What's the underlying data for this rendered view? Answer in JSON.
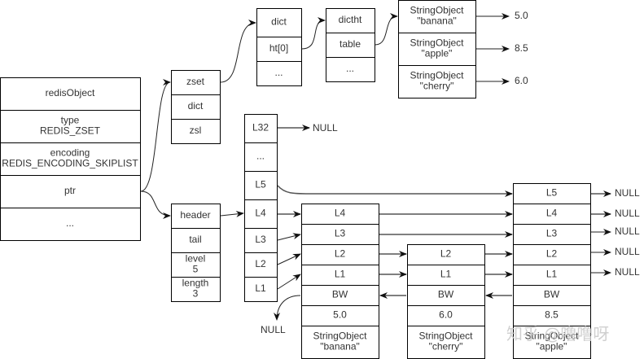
{
  "redis_object": {
    "rows": [
      "redisObject",
      "type\nREDIS_ZSET",
      "encoding\nREDIS_ENCODING_SKIPLIST",
      "ptr",
      "..."
    ]
  },
  "zset": {
    "rows": [
      "zset",
      "dict",
      "zsl"
    ]
  },
  "dict": {
    "rows": [
      "dict",
      "ht[0]",
      "..."
    ]
  },
  "dictht": {
    "rows": [
      "dictht",
      "table",
      "..."
    ]
  },
  "dict_entries": [
    {
      "key": "StringObject\n\"banana\"",
      "score": "5.0"
    },
    {
      "key": "StringObject\n\"apple\"",
      "score": "8.5"
    },
    {
      "key": "StringObject\n\"cherry\"",
      "score": "6.0"
    }
  ],
  "zskiplist": {
    "rows": [
      "header",
      "tail",
      "level\n5",
      "length\n3"
    ]
  },
  "header_levels": [
    "L32",
    "...",
    "L5",
    "L4",
    "L3",
    "L2",
    "L1"
  ],
  "null_label": "NULL",
  "nodes": [
    {
      "levels": [
        "L4",
        "L3",
        "L2",
        "L1"
      ],
      "backward": "BW",
      "score": "5.0",
      "obj": "StringObject\n\"banana\""
    },
    {
      "levels": [
        "L2",
        "L1"
      ],
      "backward": "BW",
      "score": "6.0",
      "obj": "StringObject\n\"cherry\""
    },
    {
      "levels": [
        "L5",
        "L4",
        "L3",
        "L2",
        "L1"
      ],
      "backward": "BW",
      "score": "8.5",
      "obj": "StringObject\n\"apple\""
    }
  ],
  "watermark": "知乎 @噜噜呀"
}
